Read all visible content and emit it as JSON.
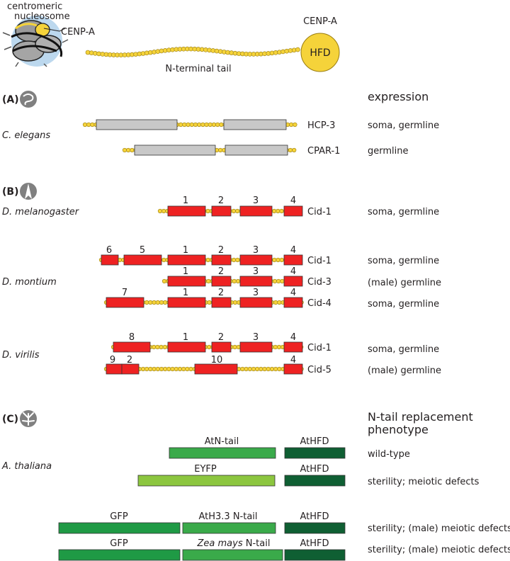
{
  "header": {
    "nucleosome_label": [
      "centromeric",
      "nucleosome"
    ],
    "nucleosome_cenpa_label": "CENP-A",
    "protein_label": "CENP-A",
    "tail_label": "N-terminal tail",
    "hfd_label": "HFD"
  },
  "colors": {
    "bead": "#f5d33a",
    "bead_stroke": "#9a7d10",
    "gray_box": "#c8c8c8",
    "red_box": "#ee2222",
    "green_light": "#8cc63f",
    "green_mid": "#3aaa4a",
    "green_dark": "#1f9a45",
    "green_darkest": "#0f5f33",
    "icon_gray": "#808080"
  },
  "sections": {
    "A": {
      "label": "(A)",
      "icon": "worm-icon",
      "column_header": "expression",
      "species": "C. elegans",
      "rows": [
        {
          "name": "HCP-3",
          "expression": "soma, germline"
        },
        {
          "name": "CPAR-1",
          "expression": "germline"
        }
      ]
    },
    "B": {
      "label": "(B)",
      "icon": "fly-icon",
      "species_1": "D. melanogaster",
      "species_2": "D. montium",
      "species_3": "D. virilis",
      "rows": [
        {
          "name": "Cid-1",
          "expression": "soma, germline",
          "domains": [
            "1",
            "2",
            "3",
            "4"
          ]
        },
        {
          "name": "Cid-1",
          "expression": "soma, germline",
          "domains": [
            "6",
            "5",
            "1",
            "2",
            "3",
            "4"
          ]
        },
        {
          "name": "Cid-3",
          "expression": "(male) germline",
          "domains": [
            "1",
            "2",
            "3",
            "4"
          ]
        },
        {
          "name": "Cid-4",
          "expression": "soma, germline",
          "domains": [
            "7",
            "1",
            "2",
            "3",
            "4"
          ]
        },
        {
          "name": "Cid-1",
          "expression": "soma, germline",
          "domains": [
            "8",
            "1",
            "2",
            "3",
            "4"
          ]
        },
        {
          "name": "Cid-5",
          "expression": "(male) germline",
          "domains": [
            "9",
            "2",
            "10",
            "4"
          ]
        }
      ]
    },
    "C": {
      "label": "(C)",
      "icon": "plant-icon",
      "column_header": [
        "N-tail replacement",
        "phenotype"
      ],
      "species": "A. thaliana",
      "rows": [
        {
          "parts": [
            "AtN-tail",
            "AtHFD"
          ],
          "phenotype": "wild-type"
        },
        {
          "parts": [
            "EYFP",
            "AtHFD"
          ],
          "phenotype": "sterility; meiotic defects"
        },
        {
          "parts": [
            "GFP",
            "AtH3.3 N-tail",
            "AtHFD"
          ],
          "phenotype": "sterility; (male) meiotic defects"
        },
        {
          "parts": [
            "GFP",
            "Zea mays",
            " N-tail",
            "AtHFD"
          ],
          "phenotype": "sterility; (male) meiotic defects"
        }
      ]
    }
  }
}
